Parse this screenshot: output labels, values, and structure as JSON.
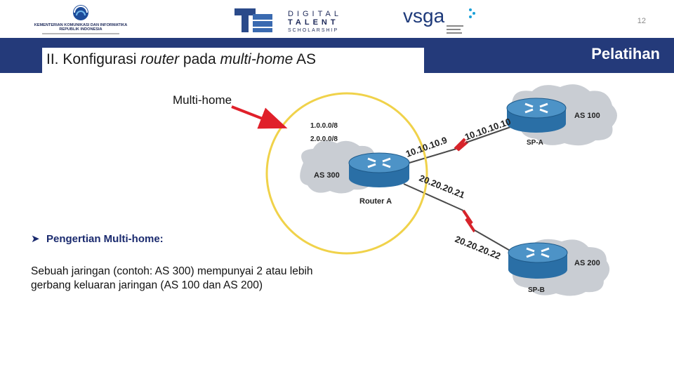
{
  "header": {
    "page_number": "12",
    "title_prefix": "II. Konfigurasi ",
    "title_router": "router",
    "title_mid": " pada ",
    "title_multihome": "multi-home",
    "title_suffix": " AS",
    "label_right": "Pelatihan"
  },
  "logos": {
    "kominfo_line1": "KEMENTERIAN KOMUNIKASI DAN INFORMATIKA",
    "kominfo_line2": "REPUBLIK INDONESIA",
    "dts_line1": "DIGITAL",
    "dts_line2": "TALENT",
    "dts_line3": "SCHOLARSHIP",
    "vsga": "vsga"
  },
  "diagram": {
    "callout_label": "Multi-home",
    "as300": "AS 300",
    "as100": "AS 100",
    "as200": "AS 200",
    "router_a": "Router A",
    "sp_a": "SP-A",
    "sp_b": "SP-B",
    "net1": "1.0.0.0/8",
    "net2": "2.0.0.0/8",
    "ip_a_local": "10.10.10.9",
    "ip_a_remote": "10.10.10.10",
    "ip_b_local": "20.20.20.21",
    "ip_b_remote": "20.20.20.22"
  },
  "content": {
    "bullet_title": "Pengertian Multi-home:",
    "description": "Sebuah jaringan (contoh: AS 300) mempunyai 2 atau lebih gerbang keluaran jaringan (AS 100 dan AS 200)"
  },
  "colors": {
    "header_bar": "#243a7a",
    "router_blue": "#2a6fa6",
    "cloud_gray": "#c9cdd3",
    "circle_yellow": "#f0d24a",
    "arrow_red": "#e0202a",
    "link_red": "#d7232a"
  },
  "icons": [
    "kominfo-logo",
    "dts-logo",
    "vsga-logo",
    "router-icon",
    "cloud-icon",
    "arrow-icon",
    "arrow-bullet-icon"
  ]
}
